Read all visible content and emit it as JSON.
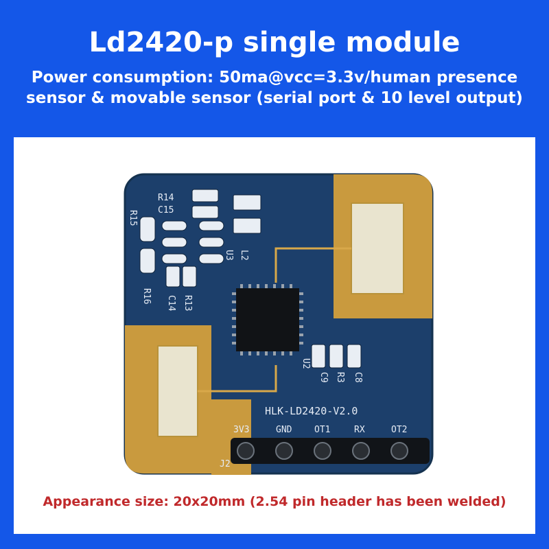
{
  "header": {
    "title": "Ld2420-p single module",
    "subtitle": "Power consumption: 50ma@vcc=3.3v/human presence sensor & movable sensor (serial port & 10 level output)"
  },
  "board": {
    "model_label": "HLK-LD2420-V2.0",
    "pins": [
      "3V3",
      "GND",
      "OT1",
      "RX",
      "OT2"
    ],
    "connector_label": "J2",
    "component_labels": [
      "R14",
      "C15",
      "R15",
      "R16",
      "R13",
      "C14",
      "L2",
      "U3",
      "U2",
      "C9",
      "R3",
      "C8"
    ]
  },
  "caption": {
    "text": "Appearance size: 20x20mm (2.54 pin header has been welded)"
  },
  "colors": {
    "background": "#1457e8",
    "panel": "#ffffff",
    "pcb": "#1c3f6b",
    "antenna_copper": "#d8a84a",
    "caption_text": "#c0292b"
  }
}
